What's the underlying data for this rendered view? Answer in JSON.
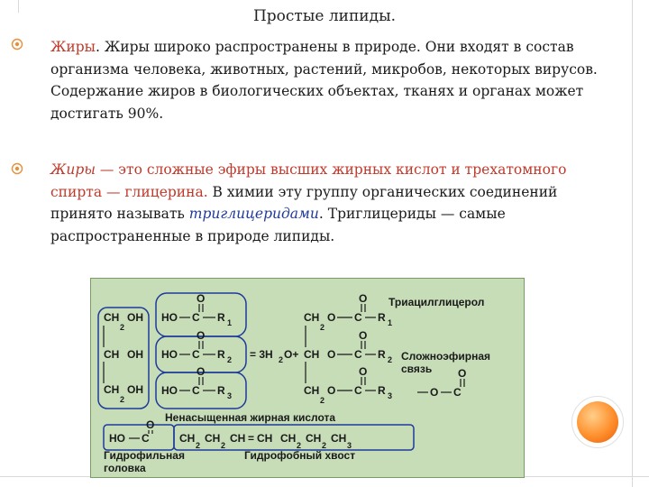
{
  "slide": {
    "title": "Простые липиды.",
    "p1": {
      "lead": "Жиры",
      "text": ". Жиры широко распространены в природе. Они входят в состав организма человека, животных, растений, микробов, некоторых вирусов. Содержание жиров в биологических объектах, тканях и органах может достигать 90%."
    },
    "p2": {
      "lead": "Жиры",
      "red_rest": " — это сложные эфиры высших жирных кислот и трехатомного спирта — глицерина.",
      "text1": " В химии эту группу органических соединений принято называть ",
      "term": "триглицеридами",
      "text2": ". Триглицериды — самые распространенные в природе липиды."
    }
  },
  "diagram": {
    "labels": {
      "triacyl": "Триацилглицерол",
      "ester_bond_1": "Сложноэфирная",
      "ester_bond_2": "связь",
      "unsaturated": "Ненасыщенная жирная кислота",
      "hydrophilic_1": "Гидрофильная",
      "hydrophilic_2": "головка",
      "hydrophobic": "Гидрофобный хвост"
    },
    "colors": {
      "background": "#c6ddb8",
      "ring": "#1f3a9a",
      "ink": "#1a1a1a"
    }
  },
  "decor": {
    "bullet_color": "#e8903c",
    "ball_color": "#ff8f2c"
  }
}
